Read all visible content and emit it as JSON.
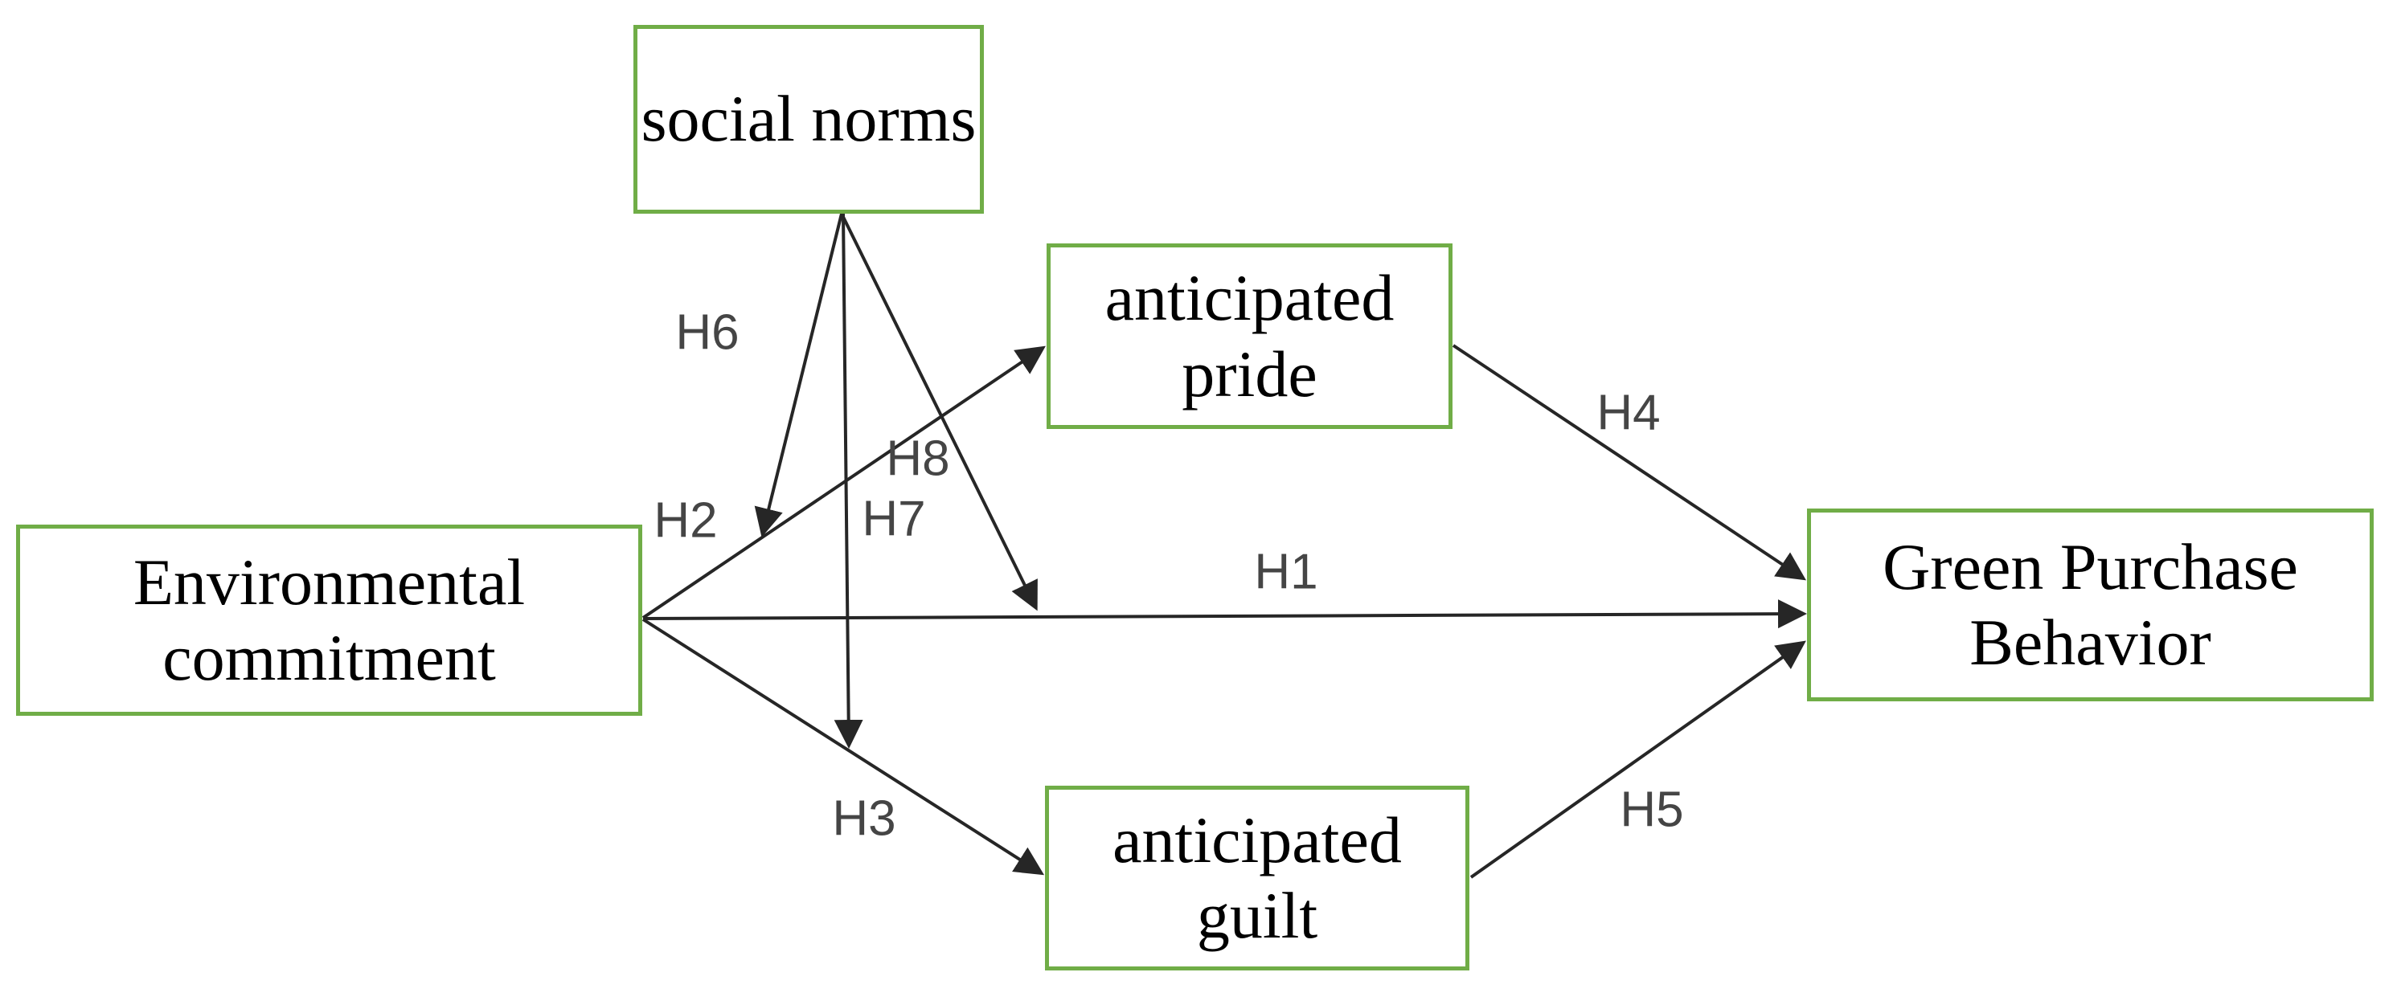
{
  "diagram": {
    "background": "#ffffff",
    "node_border_color": "#70ad47",
    "node_fill_color": "#ffffff",
    "node_text_color": "#000000",
    "arrow_color": "#262626",
    "hypothesis_label_color": "#454545"
  },
  "nodes": [
    {
      "id": "social-norms",
      "label": "social norms"
    },
    {
      "id": "anticipated-pride",
      "label": "anticipated pride"
    },
    {
      "id": "environmental-commitment",
      "label": "Environmental commitment"
    },
    {
      "id": "green-purchase-behavior",
      "label": "Green Purchase Behavior"
    },
    {
      "id": "anticipated-guilt",
      "label": "anticipated guilt"
    }
  ],
  "edges": [
    {
      "label": "H1",
      "from": "Environmental commitment",
      "to": "Green Purchase Behavior",
      "type": "direct"
    },
    {
      "label": "H2",
      "from": "Environmental commitment",
      "to": "anticipated pride",
      "type": "direct"
    },
    {
      "label": "H3",
      "from": "Environmental commitment",
      "to": "anticipated guilt",
      "type": "direct"
    },
    {
      "label": "H4",
      "from": "anticipated pride",
      "to": "Green Purchase Behavior",
      "type": "direct"
    },
    {
      "label": "H5",
      "from": "anticipated guilt",
      "to": "Green Purchase Behavior",
      "type": "direct"
    },
    {
      "label": "H6",
      "from": "social norms",
      "to": "H2 path",
      "type": "moderation"
    },
    {
      "label": "H7",
      "from": "social norms",
      "to": "H3 path",
      "type": "moderation"
    },
    {
      "label": "H8",
      "from": "social norms",
      "to": "H1 path",
      "type": "moderation"
    }
  ]
}
